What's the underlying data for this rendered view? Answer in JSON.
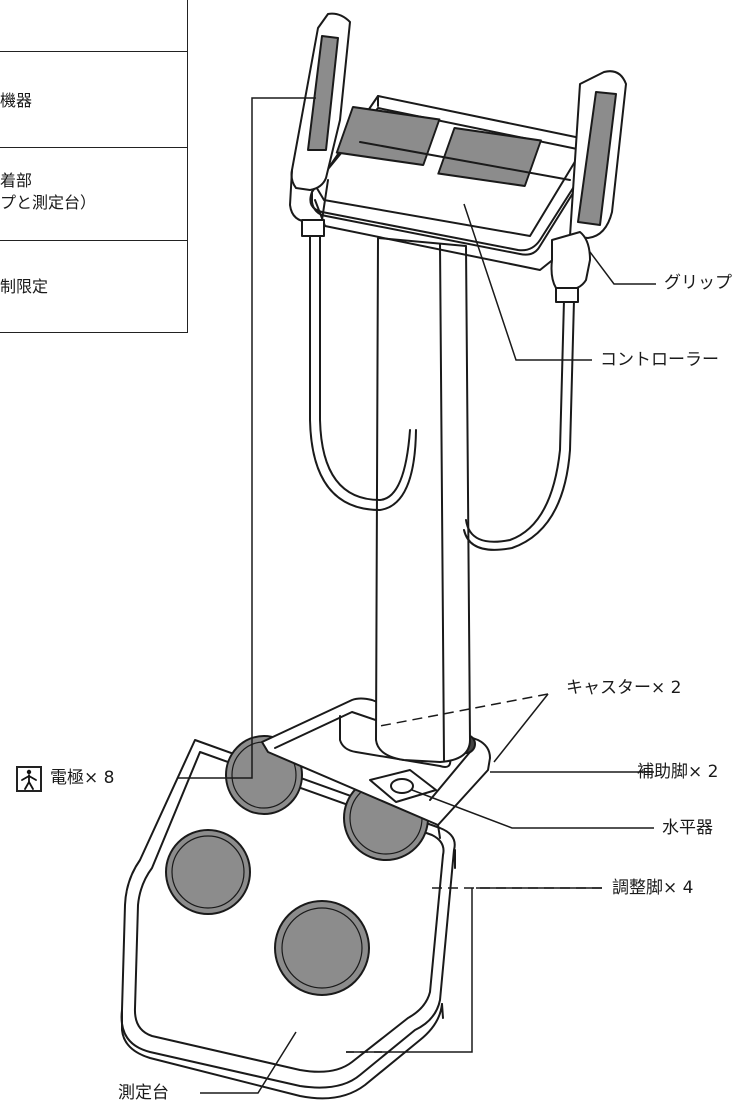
{
  "legend": {
    "rows": [
      {
        "text": ""
      },
      {
        "text": "機器"
      },
      {
        "text": "着部\nプと測定台）",
        "line1": "着部",
        "line2": "プと測定台）"
      },
      {
        "text": "制限定"
      }
    ]
  },
  "labels": {
    "grip": "グリップ",
    "controller": "コントローラー",
    "caster": "キャスター× 2",
    "support_leg": "補助脚× 2",
    "level": "水平器",
    "adjust_leg": "調整脚× 4",
    "electrode": "電極× 8",
    "platform": "測定台"
  },
  "icons": {
    "electrode_symbol": "body-floating-applied-part-icon"
  },
  "colors": {
    "line": "#1a1a1a",
    "electrode_fill": "#8c8c8c",
    "body_fill": "#ffffff"
  }
}
